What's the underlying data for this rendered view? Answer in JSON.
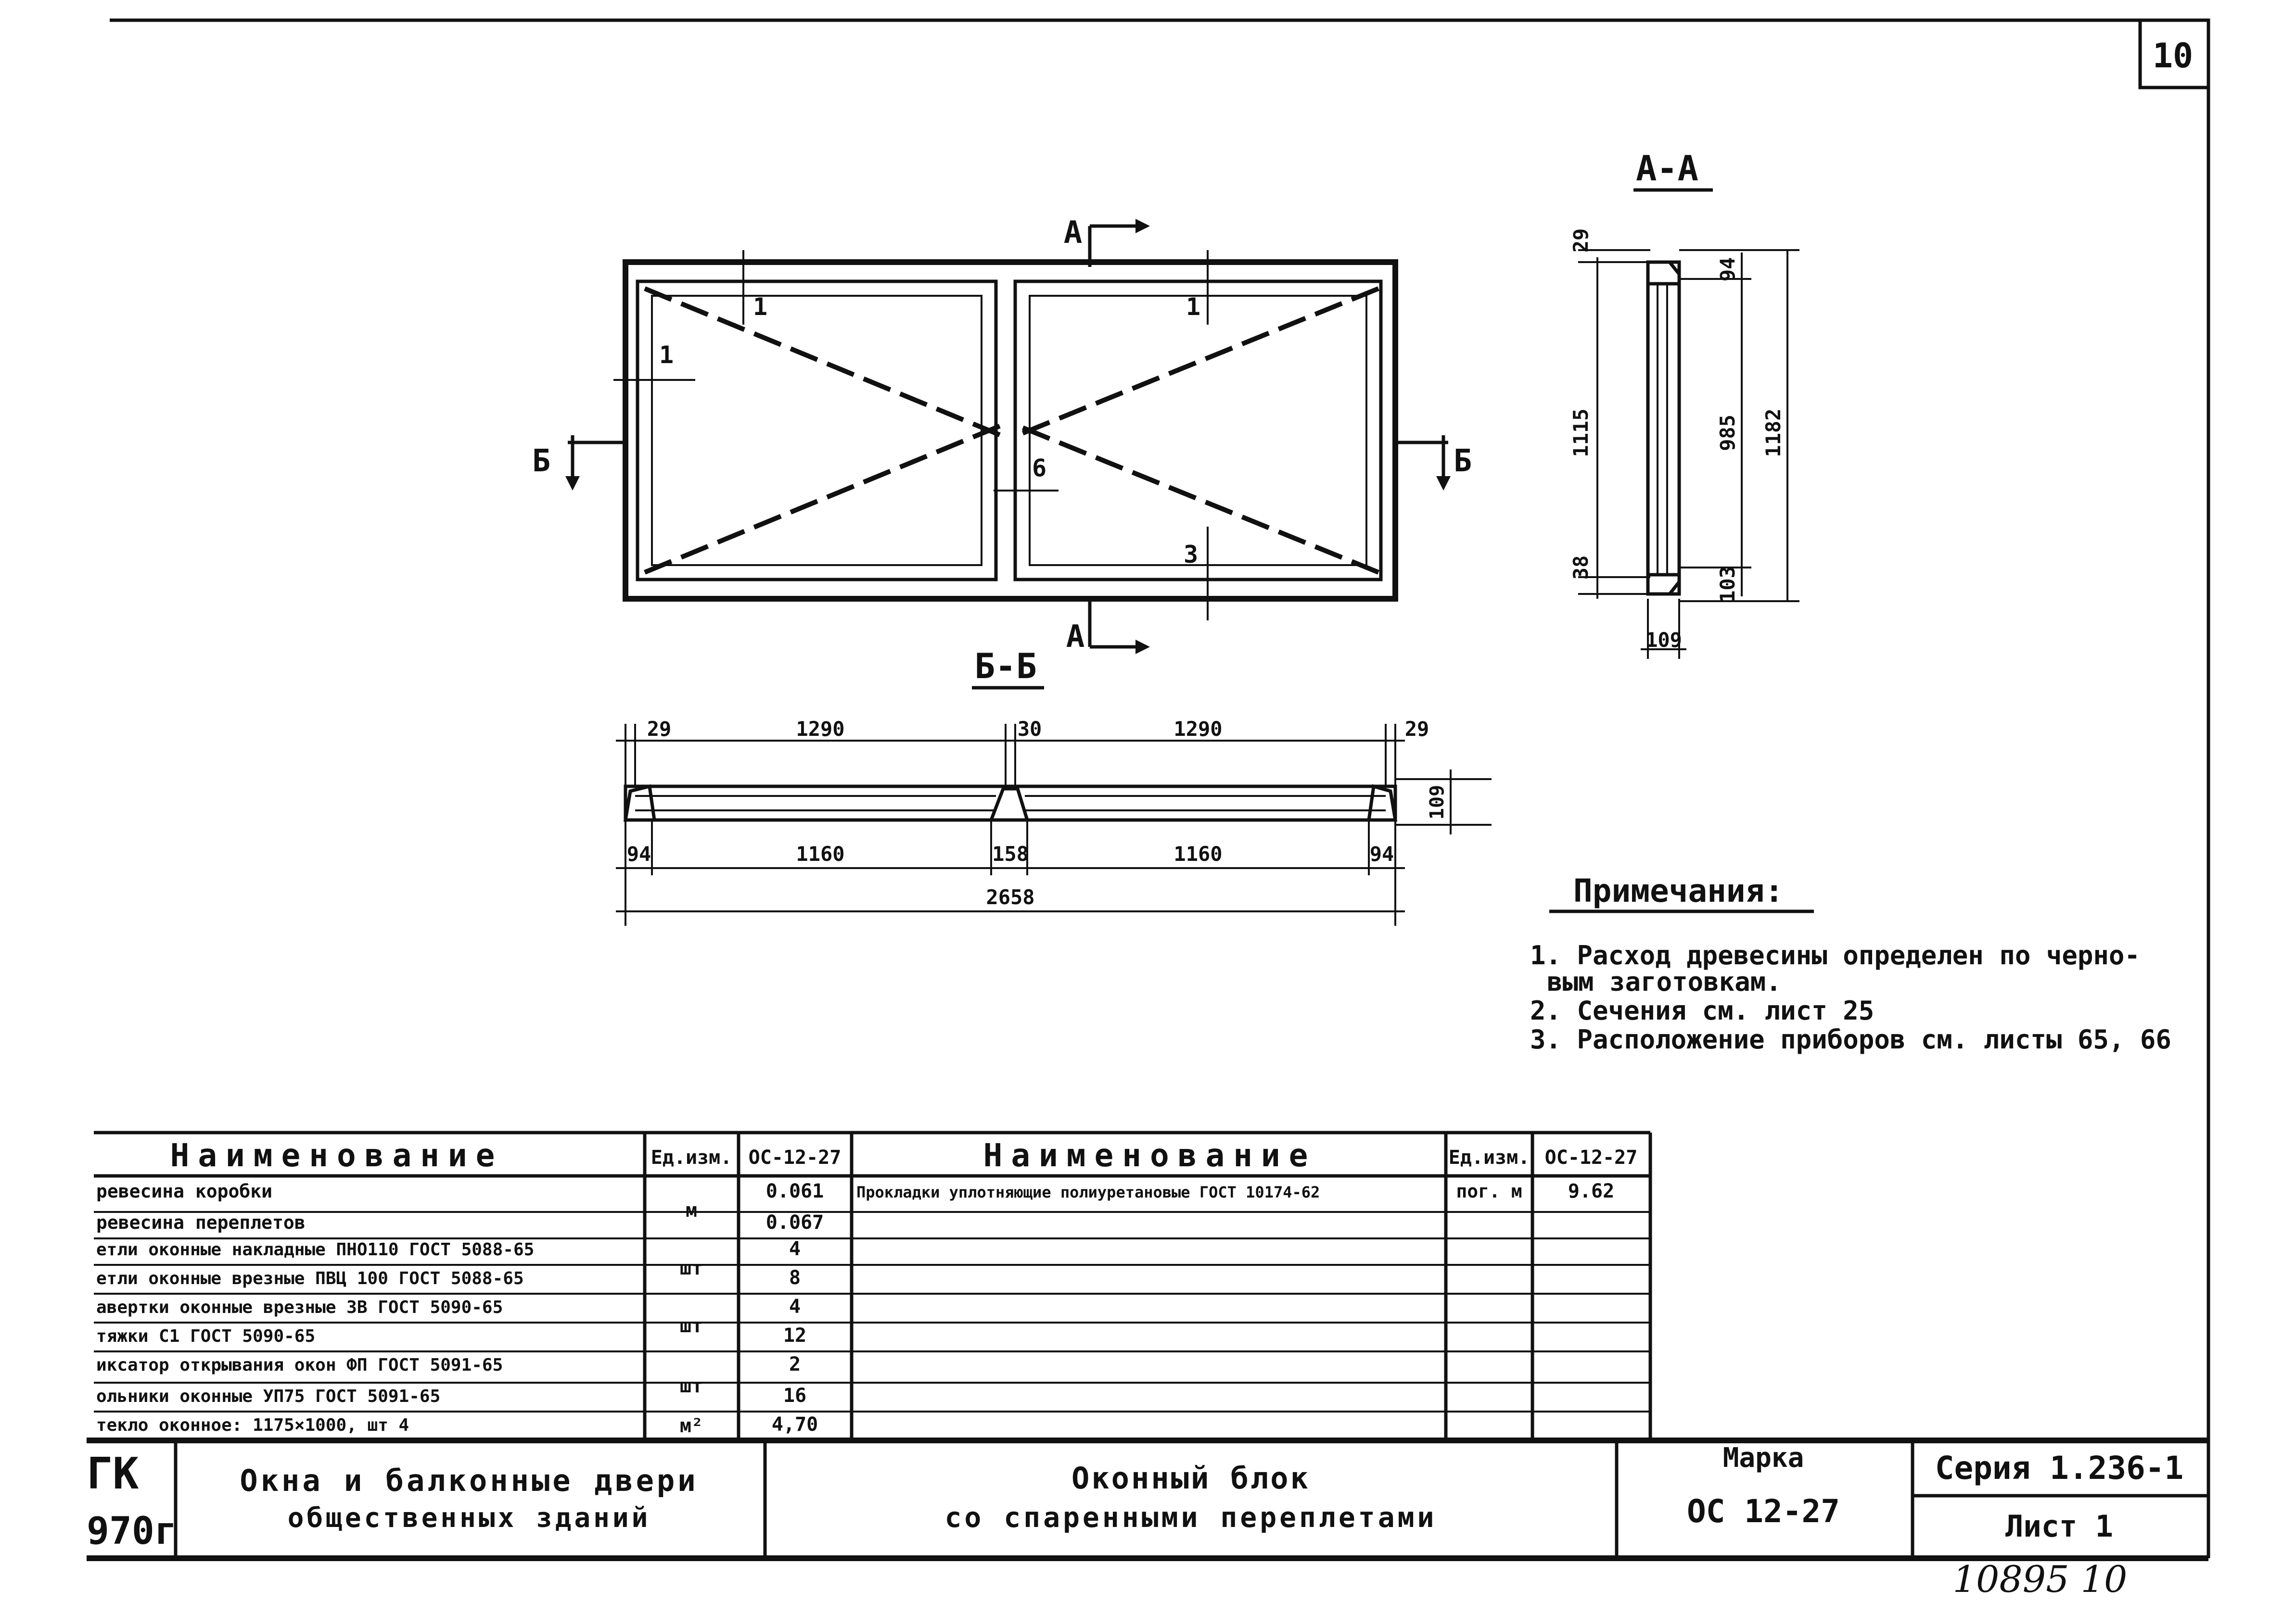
{
  "sheet_number": "10",
  "views": {
    "section_aa": {
      "title": "А-А",
      "dims": {
        "top": "29",
        "height": "1115",
        "bottom": "38",
        "sash_top": "94",
        "sash_height": "985",
        "total_height": "1182",
        "sash_bottom": "103",
        "depth": "109"
      }
    },
    "section_bb": {
      "title": "Б-Б",
      "dims_top": [
        "29",
        "1290",
        "30",
        "1290",
        "29"
      ],
      "dims_bottom": [
        "94",
        "1160",
        "158",
        "1160",
        "94"
      ],
      "overall": "2658",
      "depth": "109"
    },
    "elevation": {
      "cut_marks": {
        "a_top": "А",
        "a_bottom": "А",
        "b_left": "Б",
        "b_right": "Б"
      },
      "callouts": [
        "1",
        "1",
        "1",
        "6",
        "3"
      ]
    }
  },
  "notes": {
    "title": "Примечания:",
    "items": [
      "1. Расход древесины определен по черно-",
      "вым заготовкам.",
      "2. Сечения см. лист 25",
      "3. Расположение приборов см. листы 65, 66"
    ]
  },
  "spec_table": {
    "headers": [
      "Наименование",
      "Ед.изм.",
      "ОС-12-27",
      "Наименование",
      "Ед.изм.",
      "ОС-12-27"
    ],
    "left_rows": [
      {
        "name": "ревесина коробки",
        "unit": "м",
        "qty": "0.061"
      },
      {
        "name": "ревесина переплетов",
        "unit": "",
        "qty": "0.067"
      },
      {
        "name": "етли оконные накладные ПНО110 ГОСТ 5088-65",
        "unit": "шт",
        "qty": "4"
      },
      {
        "name": "етли оконные врезные ПВЦ 100 ГОСТ 5088-65",
        "unit": "",
        "qty": "8"
      },
      {
        "name": "авертки оконные врезные ЗВ ГОСТ 5090-65",
        "unit": "шт",
        "qty": "4"
      },
      {
        "name": "тяжки С1 ГОСТ 5090-65",
        "unit": "",
        "qty": "12"
      },
      {
        "name": "иксатор открывания окон ФП ГОСТ 5091-65",
        "unit": "шт",
        "qty": "2"
      },
      {
        "name": "ольники оконные УП75 ГОСТ 5091-65",
        "unit": "",
        "qty": "16"
      },
      {
        "name": "текло оконное: 1175×1000, шт 4",
        "unit": "м²",
        "qty": "4,70"
      }
    ],
    "right_rows": [
      {
        "name": "Прокладки уплотняющие полиуретановые ГОСТ 10174-62",
        "unit": "пог. м",
        "qty": "9.62"
      }
    ]
  },
  "title_block": {
    "org_line1": "ГК",
    "org_line2": "970г",
    "project_line1": "Окна и балконные двери",
    "project_line2": "общественных зданий",
    "item_line1": "Оконный блок",
    "item_line2": "со спаренными переплетами",
    "mark_label": "Марка",
    "mark_value": "ОС 12-27",
    "series": "Серия 1.236-1",
    "sheet": "Лист 1"
  },
  "stamp_handwritten": "10895 10"
}
